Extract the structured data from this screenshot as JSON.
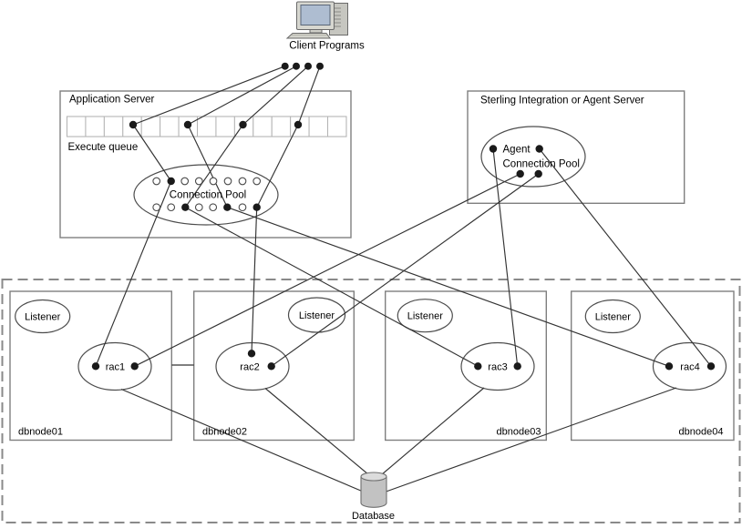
{
  "client": {
    "icon": "desktop-computer-icon",
    "label": "Client Programs"
  },
  "application_server": {
    "title": "Application Server",
    "queue_label": "Execute queue",
    "connection_pool_label": "Connection Pool"
  },
  "agent_server": {
    "title": "Sterling Integration or Agent Server",
    "pool_label_line1": "Agent",
    "pool_label_line2": "Connection Pool"
  },
  "db_cluster": {
    "nodes": [
      {
        "name": "dbnode01",
        "listener_label": "Listener",
        "rac_label": "rac1"
      },
      {
        "name": "dbnode02",
        "listener_label": "Listener",
        "rac_label": "rac2"
      },
      {
        "name": "dbnode03",
        "listener_label": "Listener",
        "rac_label": "rac3"
      },
      {
        "name": "dbnode04",
        "listener_label": "Listener",
        "rac_label": "rac4"
      }
    ]
  },
  "database": {
    "icon": "database-cylinder-icon",
    "label": "Database"
  },
  "colors": {
    "line": "#333333",
    "box_border": "#7f7f7f",
    "queue_cell_border": "#b3b3b3",
    "dashed_boundary": "#8a8a8a",
    "node_border": "#4d4d4d",
    "dot": "#1a1a1a",
    "monitor_screen": "#aebdd1",
    "cylinder_body": "#c2c2c2",
    "cylinder_top": "#dcdcdc",
    "text": "#000000"
  }
}
